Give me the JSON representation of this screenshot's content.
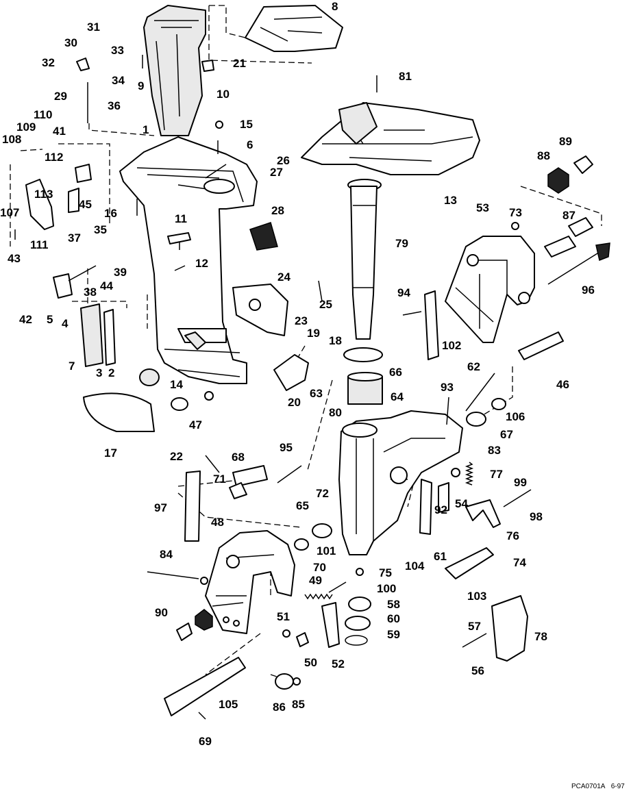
{
  "diagram": {
    "code_text": "PCA0701A",
    "date_text": "6-97",
    "labels": [
      "1",
      "2",
      "3",
      "4",
      "5",
      "6",
      "7",
      "8",
      "9",
      "10",
      "12",
      "13",
      "14",
      "15",
      "16",
      "17",
      "18",
      "19",
      "20",
      "21",
      "22",
      "23",
      "24",
      "25",
      "26",
      "27",
      "28",
      "29",
      "30",
      "31",
      "32",
      "33",
      "34",
      "35",
      "36",
      "37",
      "38",
      "39",
      "41",
      "42",
      "43",
      "44",
      "45",
      "46",
      "47",
      "48",
      "49",
      "50",
      "51",
      "52",
      "53",
      "54",
      "56",
      "57",
      "58",
      "59",
      "60",
      "61",
      "62",
      "63",
      "64",
      "65",
      "66",
      "67",
      "68",
      "69",
      "70",
      "71",
      "72",
      "73",
      "74",
      "75",
      "76",
      "77",
      "78",
      "79",
      "80",
      "81",
      "83",
      "84",
      "85",
      "86",
      "87",
      "88",
      "89",
      "90",
      "92",
      "93",
      "94",
      "95",
      "96",
      "97",
      "98",
      "99",
      "100",
      "101",
      "102",
      "103",
      "104",
      "105",
      "106",
      "107",
      "108",
      "109",
      "110",
      "111",
      "112",
      "113",
      "11"
    ]
  }
}
